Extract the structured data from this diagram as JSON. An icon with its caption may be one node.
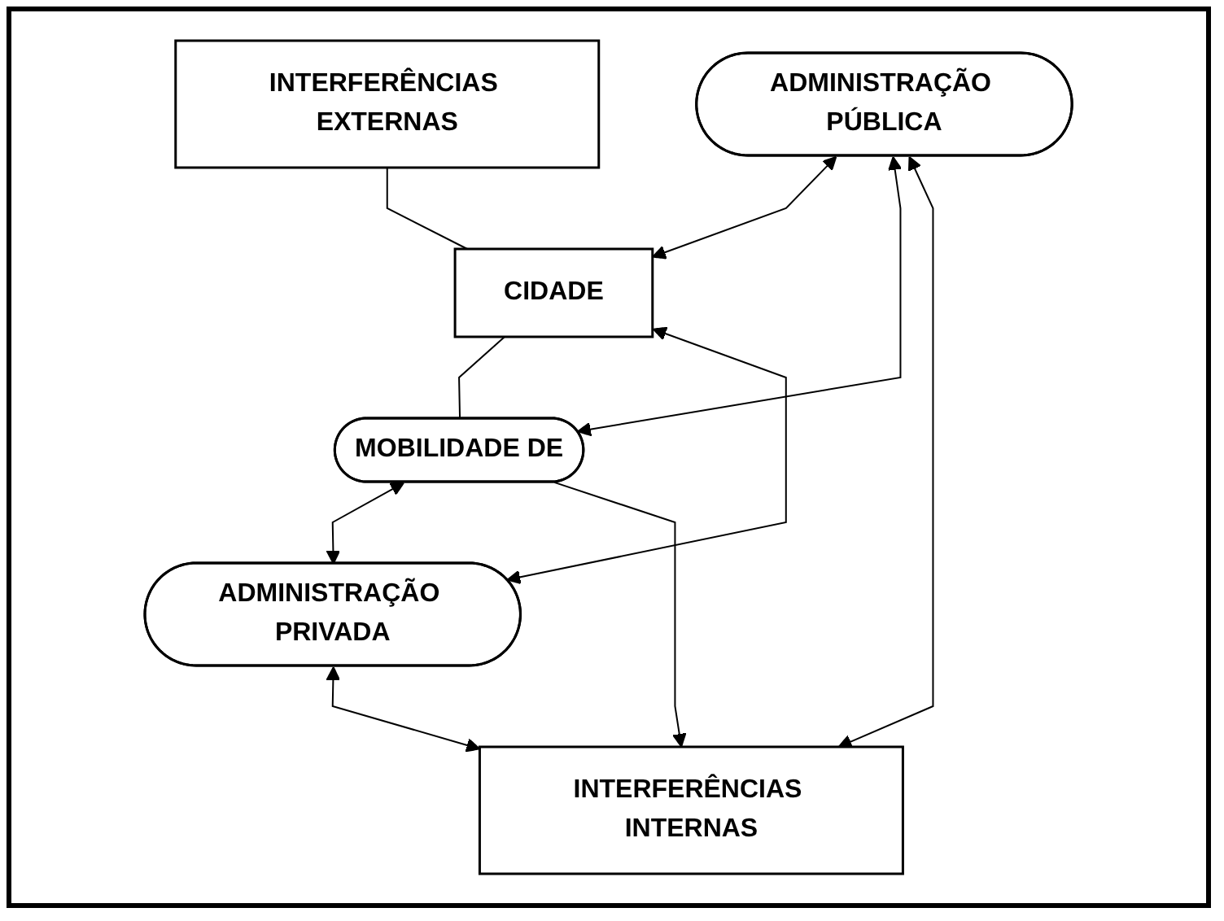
{
  "diagram": {
    "nodes": [
      {
        "text": [
          "INTERFERÊNCIAS EXTERNAS"
        ]
      },
      {
        "text": [
          "CIDADE"
        ]
      },
      {
        "text": [
          "MOBILIDADE DE"
        ]
      },
      {
        "text": [
          "ADMINISTRAÇÃO PÚBLICA"
        ]
      },
      {
        "text": [
          "ADMINISTRAÇÃO PRIVADA"
        ]
      },
      {
        "text": [
          "INTERFERÊNCIAS INTERNAS"
        ]
      }
    ],
    "edges": [
      {
        "from": 0,
        "to": 1,
        "arrow": "none"
      },
      {
        "from": 1,
        "to": 2,
        "arrow": "none"
      },
      {
        "from": 3,
        "to": 1,
        "arrow": "both"
      },
      {
        "from": 1,
        "to": 4,
        "arrow": "both"
      },
      {
        "from": 3,
        "to": 2,
        "arrow": "both"
      },
      {
        "from": 2,
        "to": 4,
        "arrow": "both"
      },
      {
        "from": 2,
        "to": 5,
        "arrow": "to"
      },
      {
        "from": 3,
        "to": 5,
        "arrow": "both"
      },
      {
        "from": 4,
        "to": 5,
        "arrow": "both"
      }
    ]
  }
}
